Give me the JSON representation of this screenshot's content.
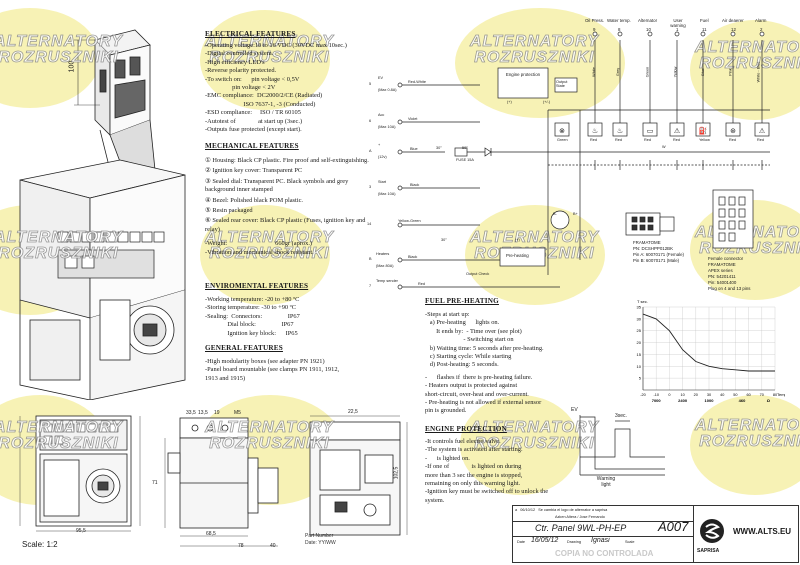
{
  "watermark": {
    "line1": "ALTERNATORY",
    "line2": "ROZRUSZNIKI"
  },
  "drawing_left": {
    "dim_100": "100",
    "scale": "Scale: 1:2",
    "dims_bottom": [
      "95,5",
      "68,5",
      "78",
      "40",
      "33,5",
      "13,5",
      "19",
      "M5",
      "22,5",
      "2,5",
      "71",
      "68",
      "102,5",
      "62"
    ],
    "part_number_label": "Part Number",
    "part_number_date": "Date: YY/WW"
  },
  "electrical": {
    "title": "ELECTRICAL FEATURES",
    "lines": [
      "-Operating voltage:10 to 16 VDC (30VDC max 10sec.)",
      "-Digital controlled system.",
      "-High efficiency LED's",
      "-Reverse polarity protected.",
      "-To switch on:      pin voltage < 0,5V",
      "                 pin voltage < 2V",
      "-EMC compliance:  DC2000/2/CE (Radiated)",
      "                        ISO 7637-1, -3 (Conducted)",
      "-ESD compliance:     ISO / TR 60105",
      "-Autotest of              at start up (3sec.)",
      "-Outputs fuse protected (except start)."
    ]
  },
  "mechanical": {
    "title": "MECHANICAL FEATURES",
    "items": [
      "① Housing: Black CP plastic. Fire proof and self-extinguishing.",
      "② Ignition key cover: Transparent PC",
      "③ Sealed dial: Transparent PC. Black symbols and grey background inner stamped",
      "④ Bezel: Polished black POM plastic.",
      "⑤ Resin packaged",
      "⑥ Sealed rear cover: Black CP plastic (Fuses, ignition key and relay)"
    ],
    "weight": "-Weight:                              660gr (aprox.)",
    "vibration": "-Vibration and mechanical shock resistant."
  },
  "environmental": {
    "title": "ENVIROMENTAL FEATURES",
    "lines": [
      "-Working temperature:  -20 to +80 ºC",
      "-Storing temperature:   -30 to +90 ºC",
      "-Sealing:  Connectors:                IP67",
      "              Dial block:                IP67",
      "              Ignition key block:      IP65"
    ]
  },
  "general": {
    "title": "GENERAL FEATURES",
    "lines": [
      "-High modularity boxes (see adapter PN 1921)",
      "-Panel board mountable (see clamps PN 1911, 1912,",
      "1913 and 1915)"
    ]
  },
  "fuel_preheating": {
    "title": "FUEL PRE-HEATING",
    "lines": [
      "-Steps at start up:",
      "   a) Pre-heating      lights on.",
      "       It ends by:  - Time over (see plot)",
      "                        - Switching start on",
      "   b) Waiting time: 5 seconds after pre-heating.",
      "   c) Starting cycle: While starting",
      "   d) Post-heating: 5 seconds.",
      "",
      "-      flashes if  there is pre-heating failure.",
      "- Heaters output is protected against",
      "short-circuit, over-heat and over-current.",
      "- Pre-heating is not allowed if external sensor",
      "pin is grounded."
    ]
  },
  "engine_protection": {
    "title": "ENGINE PROTECTION",
    "lines": [
      "-It controls fuel electro valve.",
      "-The system is activated after starting.",
      "-      is lighted on.",
      "-If one of              is lighted on during",
      "more than 3 sec the engine is stopped,",
      "remaining on only this warning light.",
      "-Ignition key must be switched off to unlock the",
      "system."
    ]
  },
  "schematic": {
    "top_labels": [
      "Oil Press.",
      "Water temp.",
      "Alternator",
      "User warning",
      "Fuel",
      "Air deaerer",
      "Alarm"
    ],
    "pin_numbers": [
      "9",
      "8",
      "10",
      "1",
      "11",
      "12",
      "2"
    ],
    "wire_colors_top": [
      "White",
      "Grey",
      "Green",
      "Yellow",
      "Blue",
      "Pink",
      "White - Blue"
    ],
    "lamp_colors": [
      "Green",
      "Red",
      "Red",
      "Red",
      "Red",
      "Yellow",
      "Red",
      "Red",
      "Red"
    ],
    "inputs": [
      {
        "pin": "5",
        "name": "EV",
        "rating": "(Max 0.8A)",
        "wire": "Red-White"
      },
      {
        "pin": "6",
        "name": "Acc",
        "rating": "(Max 10A)",
        "wire": "Violet"
      },
      {
        "pin": "A",
        "name": "+",
        "rating": "(12v)",
        "wire": "Blue"
      },
      {
        "pin": "3",
        "name": "Start",
        "rating": "(Max 10A)",
        "wire": "Black"
      },
      {
        "pin": "14",
        "name": "",
        "rating": "",
        "wire": "Yellow-Green"
      },
      {
        "pin": "B",
        "name": "Heaters",
        "rating": "(Max 80A)",
        "wire": "Black"
      },
      {
        "pin": "7",
        "name": "Temp sender",
        "rating": "",
        "wire": "Red"
      }
    ],
    "engine_protection_box": "Engine protection",
    "output_state": "Output State",
    "pre_heating_box": "Pre-heating",
    "output_check": "Output Check",
    "fuse_label": "FUSE 15A",
    "angle_30": "30°",
    "angle_50": "50°",
    "angle_30b": "30°",
    "plus_signs": [
      "(+)",
      "(+)"
    ],
    "plus_minus": "(+/-)",
    "w_label": "W",
    "b_minus": "B-",
    "b_plus": "B+"
  },
  "connector_info": {
    "framatome_left": [
      "FRAMATOME",
      "PN: DCSHPP012BK",
      "Pin A: 60070171 (Female)",
      "Pin B: 60070171 (Male)"
    ],
    "framatome_right": [
      "Female connector",
      "FRAMATOME",
      "APEX series",
      "PN: 54201411",
      "Pin: 54001400",
      "Plug on 4 and 13 pins"
    ]
  },
  "chart_data": {
    "type": "line",
    "title": "",
    "ylabel": "T sec.",
    "xlabel": "Temp ºC",
    "y_ticks": [
      "35",
      "30",
      "25",
      "20",
      "15",
      "10",
      "5"
    ],
    "x_ticks": [
      "-20",
      "-10",
      "0",
      "10",
      "20",
      "30",
      "40",
      "50",
      "60",
      "70",
      "80"
    ],
    "ohm_ticks": [
      "7000",
      "2400",
      "1000",
      "460",
      "Ω"
    ],
    "x": [
      -20,
      -10,
      0,
      10,
      20,
      30,
      40,
      50,
      60,
      70,
      80
    ],
    "values": [
      32,
      30,
      25,
      17,
      12,
      10,
      9,
      8.5,
      8,
      8,
      8
    ],
    "ylim": [
      0,
      35
    ],
    "xlim": [
      -20,
      80
    ]
  },
  "timing": {
    "ev_label": "EV",
    "three_sec": "3sec.",
    "warning_light": "Warning light"
  },
  "title_block": {
    "rev_row": [
      "a",
      "06/10/12",
      "Se cambia el logo de alternator a saprisa"
    ],
    "rev_row2": [
      "",
      "",
      "Azken Altera / Jose Fernando"
    ],
    "title": "Ctr. Panel 9WL-PH-EP",
    "code": "A007",
    "date_label": "Date",
    "date": "16/05/12",
    "drawing_label": "Drawing",
    "drawer": "Ignasi",
    "scale_label": "Scale",
    "copy_note": "COPIA NO CONTROLADA",
    "brand": "SAPRISA",
    "website": "WWW.ALTS.EU"
  }
}
